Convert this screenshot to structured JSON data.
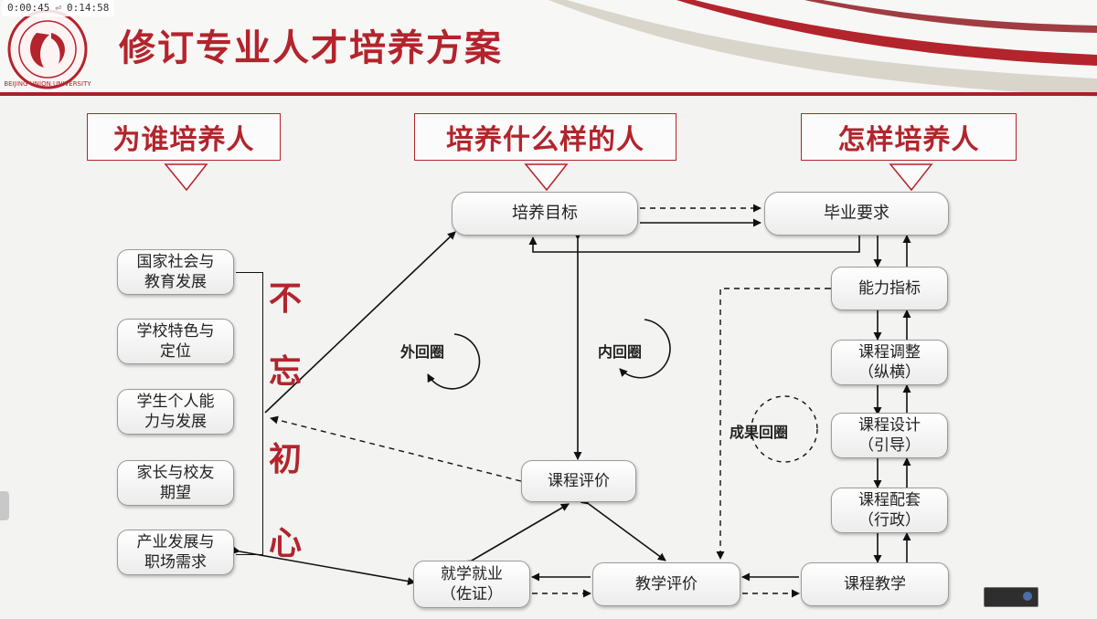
{
  "player": {
    "elapsed": "0:00:45",
    "total": "0:14:58"
  },
  "logo": {
    "text": "BEIJING UNION UNIVERSITY"
  },
  "slide": {
    "title": "修订专业人才培养方案",
    "sections": [
      "为谁培养人",
      "培养什么样的人",
      "怎样培养人"
    ],
    "left_nodes": [
      [
        "国家社会与",
        "教育发展"
      ],
      [
        "学校特色与",
        "定位"
      ],
      [
        "学生个人能",
        "力与发展"
      ],
      [
        "家长与校友",
        "期望"
      ],
      [
        "产业发展与",
        "职场需求"
      ]
    ],
    "vertical_text": [
      "不",
      "忘",
      "初",
      "心"
    ],
    "nodes": {
      "goal": "培养目标",
      "grad_req": "毕业要求",
      "ability": "能力指标",
      "course_adjust": [
        "课程调整",
        "（纵横）"
      ],
      "course_design": [
        "课程设计",
        "（引导）"
      ],
      "course_support": [
        "课程配套",
        "（行政）"
      ],
      "course_teaching": "课程教学",
      "teaching_eval": "教学评价",
      "employment": [
        "就学就业",
        "（佐证）"
      ],
      "course_eval": "课程评价"
    },
    "cycles": {
      "outer": "外回圈",
      "inner": "内回圈",
      "outcome": "成果回圈"
    }
  },
  "colors": {
    "accent": "#b3242c",
    "line": "#111111"
  }
}
